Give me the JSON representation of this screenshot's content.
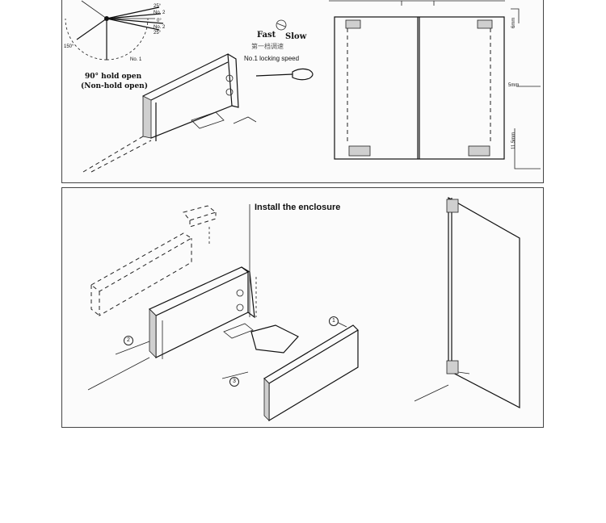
{
  "top_panel": {
    "speed_labels": {
      "fast": "Fast",
      "slow": "Slow"
    },
    "chinese_label": "第一档调速",
    "locking_speed": "No.1 locking speed",
    "hold_open": "90° hold open",
    "non_hold_open": "(Non-hold open)",
    "angles": {
      "a25_top": "25°",
      "no2_top": "No. 2",
      "zero": "0°",
      "no2_bottom": "No. 2",
      "a25_bottom": "25°",
      "a150": "150°",
      "no1": "No. 1"
    },
    "dimensions": {
      "d6": "6mm",
      "d5": "5mm",
      "d11": "11.5mm"
    }
  },
  "bottom_panel": {
    "title": "Install the enclosure",
    "callouts": [
      "1",
      "2",
      "3"
    ]
  }
}
